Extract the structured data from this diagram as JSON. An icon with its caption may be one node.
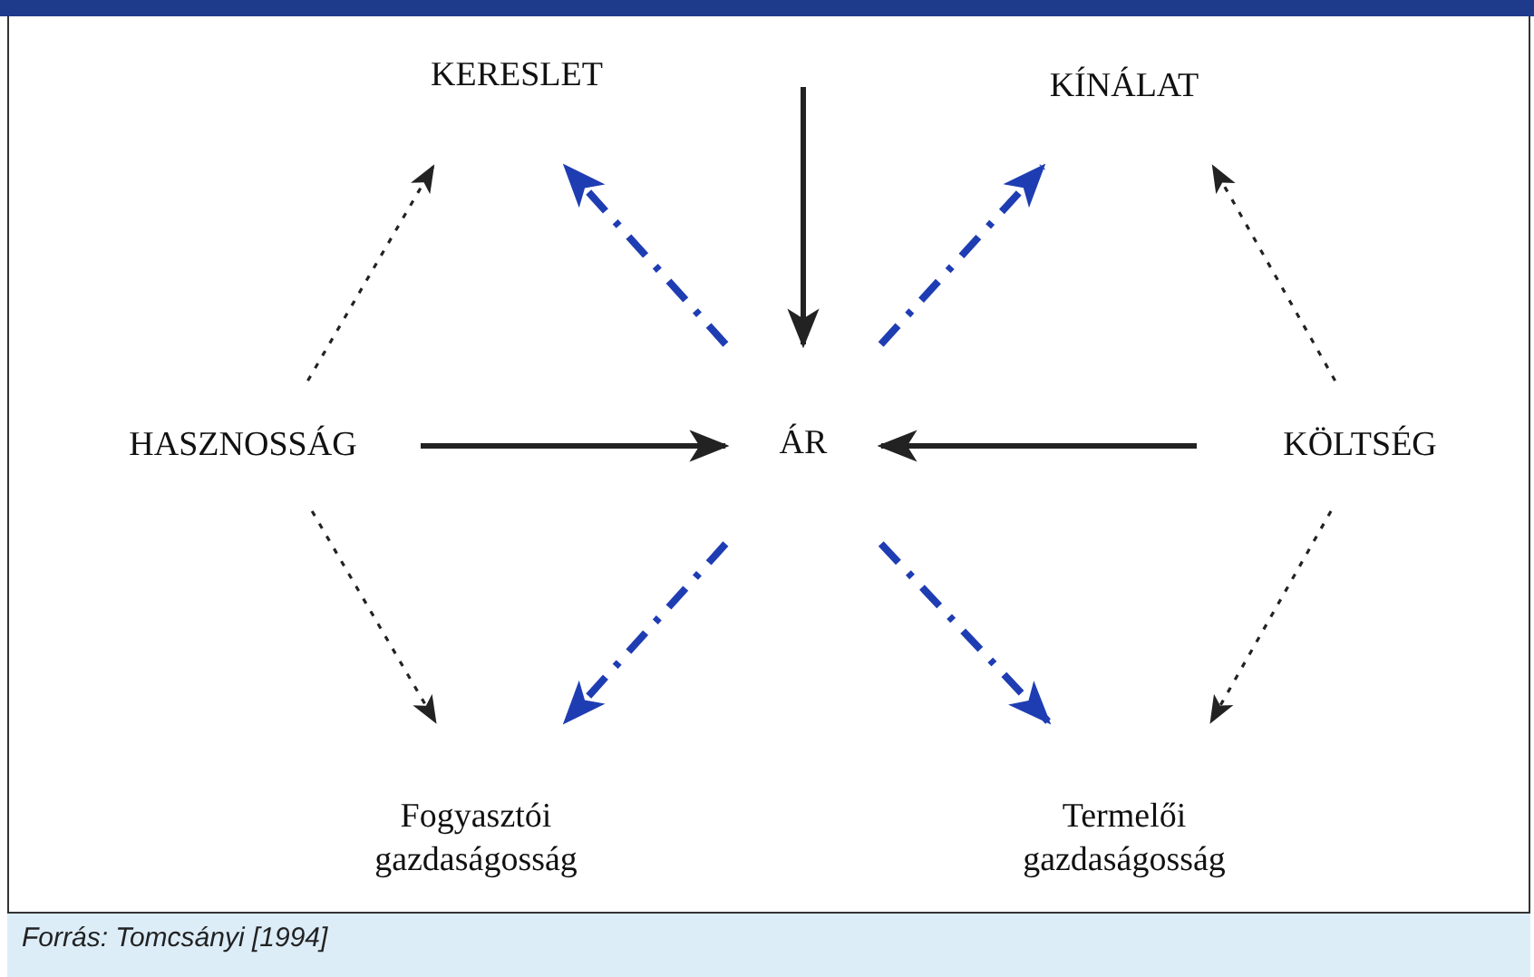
{
  "diagram": {
    "caption": "Forrás: Tomcsányi [1994]",
    "nodes": [
      {
        "text": [
          "KERESLET"
        ]
      },
      {
        "text": [
          "KÍNÁLAT"
        ]
      },
      {
        "text": [
          "HASZNOSSÁG"
        ]
      },
      {
        "text": [
          "ÁR"
        ]
      },
      {
        "text": [
          "KÖLTSÉG"
        ]
      },
      {
        "text": [
          "Fogyasztói gazdaságosság"
        ]
      },
      {
        "text": [
          "Termelői gazdaságosság"
        ]
      }
    ],
    "edges": [
      {
        "from": null,
        "to": 3,
        "arrow": "to"
      },
      {
        "from": 2,
        "to": 3,
        "arrow": "to"
      },
      {
        "from": 4,
        "to": 3,
        "arrow": "to"
      },
      {
        "from": 3,
        "to": 0,
        "arrow": "to",
        "style": "dashed",
        "color": "#1f3db3"
      },
      {
        "from": 3,
        "to": 1,
        "arrow": "to",
        "style": "dashed",
        "color": "#1f3db3"
      },
      {
        "from": 3,
        "to": 5,
        "arrow": "to",
        "style": "dashed",
        "color": "#1f3db3"
      },
      {
        "from": 3,
        "to": 6,
        "arrow": "to",
        "style": "dashed",
        "color": "#1f3db3"
      },
      {
        "from": 2,
        "to": 0,
        "arrow": "to",
        "style": "dashed"
      },
      {
        "from": 2,
        "to": 5,
        "arrow": "to",
        "style": "dashed"
      },
      {
        "from": 4,
        "to": 1,
        "arrow": "to",
        "style": "dashed"
      },
      {
        "from": 4,
        "to": 6,
        "arrow": "to",
        "style": "dashed"
      }
    ]
  }
}
